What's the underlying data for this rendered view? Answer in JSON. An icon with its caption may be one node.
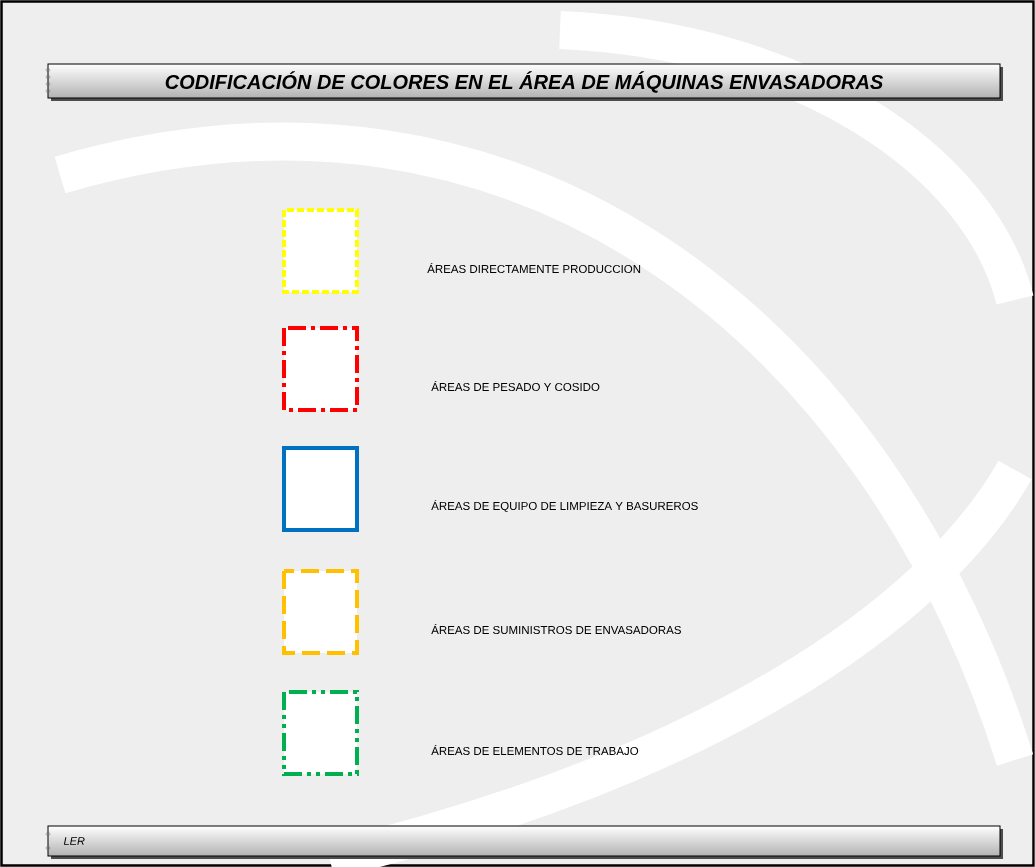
{
  "diagram": {
    "title": "CODIFICACIÓN DE COLORES EN EL ÁREA DE MÁQUINAS ENVASADORAS",
    "labels": [
      "LER"
    ],
    "legend": [
      {
        "text": "ÁREAS DIRECTAMENTE PRODUCCION",
        "color": "#ffff00"
      },
      {
        "text": "ÁREAS DE PESADO Y COSIDO",
        "color": "#ff0000"
      },
      {
        "text": "ÁREAS DE EQUIPO DE LIMPIEZA Y BASUREROS",
        "color": "#0070c0"
      },
      {
        "text": "ÁREAS DE SUMINISTROS DE ENVASADORAS",
        "color": "#ffc000"
      },
      {
        "text": "ÁREAS DE ELEMENTOS DE TRABAJO",
        "color": "#00b050"
      }
    ]
  }
}
